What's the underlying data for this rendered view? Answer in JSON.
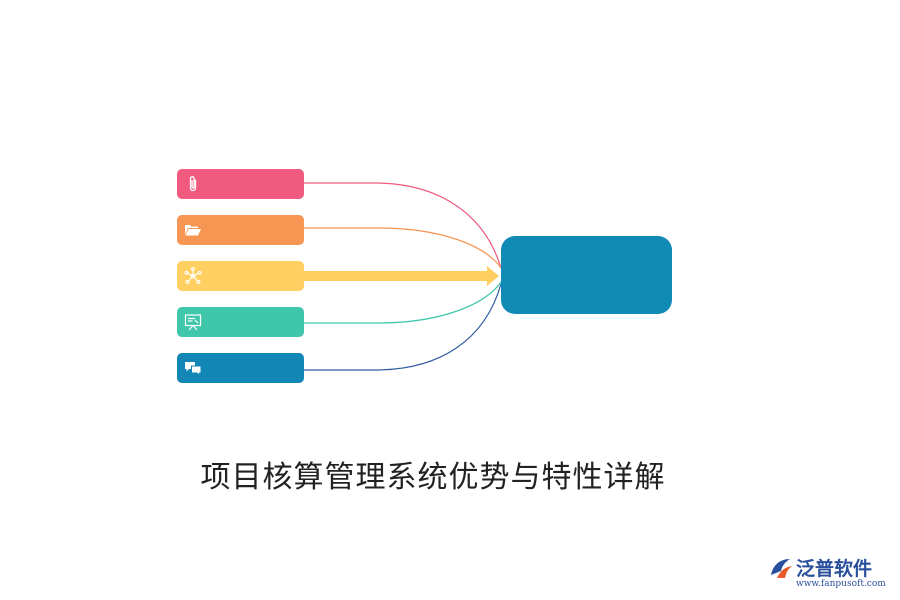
{
  "diagram": {
    "title": "项目核算管理系统优势与特性详解",
    "nodes": [
      {
        "icon": "paperclip-icon",
        "color": "#f05a7e"
      },
      {
        "icon": "folder-open-icon",
        "color": "#f79552"
      },
      {
        "icon": "network-icon",
        "color": "#ffcf62"
      },
      {
        "icon": "presentation-board-icon",
        "color": "#3fc6ab"
      },
      {
        "icon": "chat-bubbles-icon",
        "color": "#1286b5"
      }
    ],
    "central_node": {
      "color": "#128ab6"
    }
  },
  "brand": {
    "name": "泛普软件",
    "url": "www.fanpusoft.com",
    "icon": "fanpu-logo-icon"
  }
}
